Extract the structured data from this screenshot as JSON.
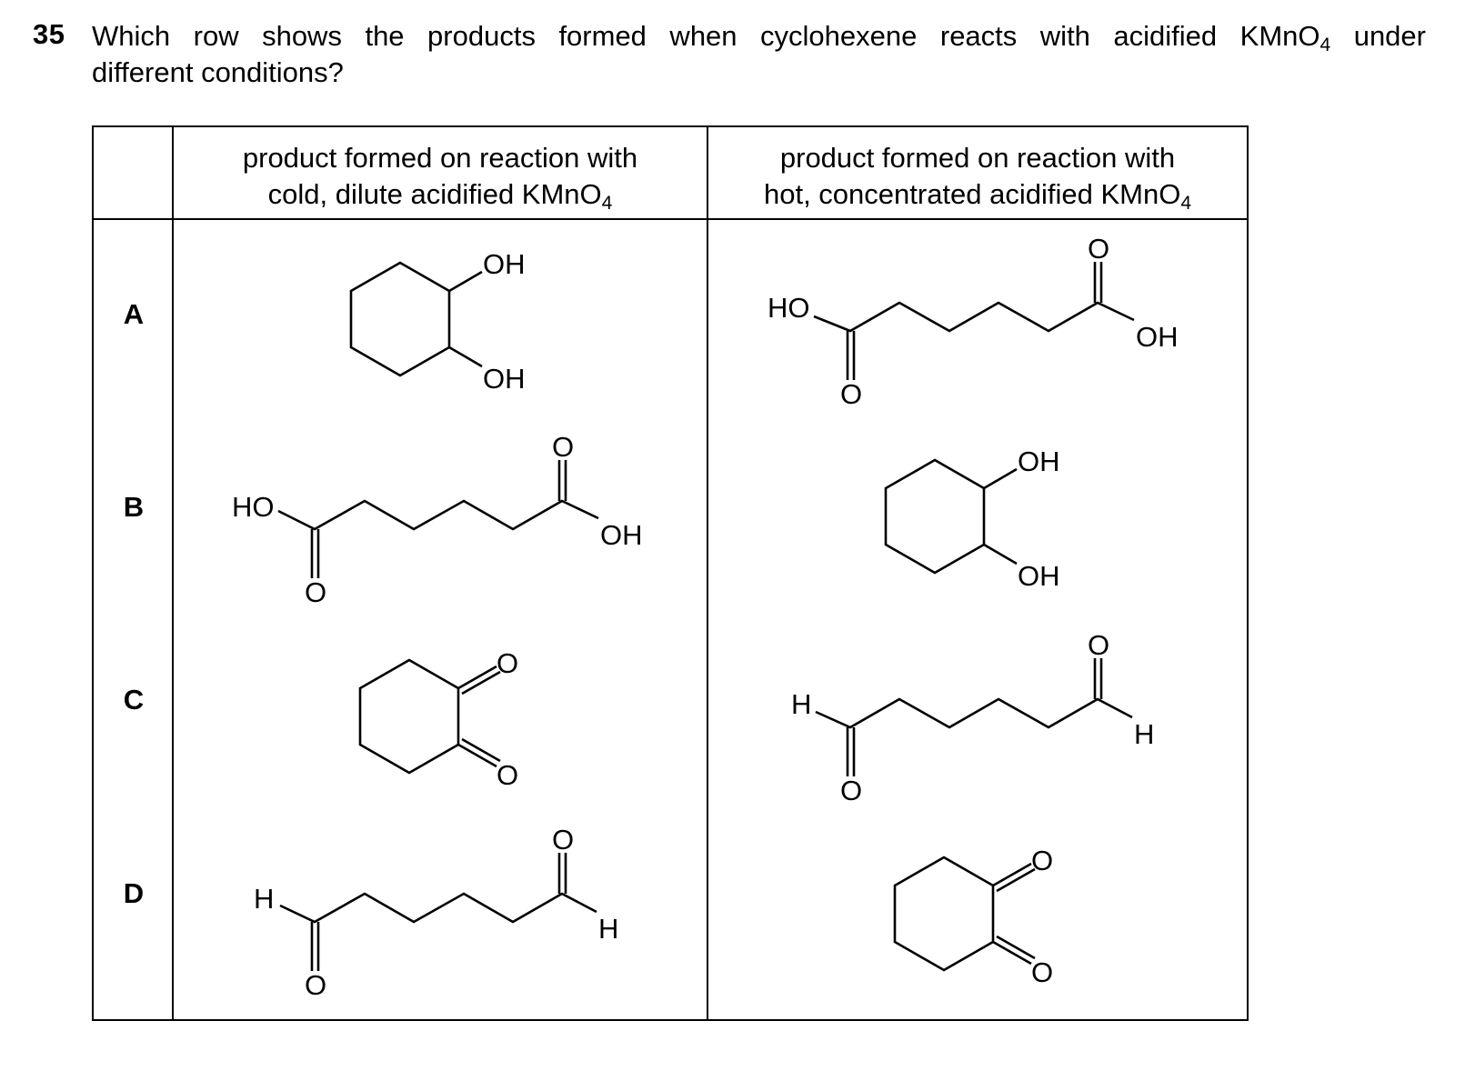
{
  "question": {
    "number": "35",
    "text_line1_before": "Which row shows the products formed when cyclohexene reacts with acidified KMnO",
    "text_line1_sub": "4",
    "text_line1_after": " under",
    "text_line2": "different conditions?"
  },
  "table": {
    "headers": [
      {
        "line1": "product formed on reaction with",
        "line2_pre": "cold, dilute acidified KMnO",
        "line2_sub": "4"
      },
      {
        "line1": "product formed on reaction with",
        "line2_pre": "hot, concentrated acidified KMnO",
        "line2_sub": "4"
      }
    ],
    "rows": [
      {
        "key": "A",
        "cold": "cyclohexane-1,2-diol",
        "hot": "hexanedioic acid"
      },
      {
        "key": "B",
        "cold": "hexanedioic acid",
        "hot": "cyclohexane-1,2-diol"
      },
      {
        "key": "C",
        "cold": "cyclohexane-1,2-dione",
        "hot": "hexanedial"
      },
      {
        "key": "D",
        "cold": "hexanedial",
        "hot": "cyclohexane-1,2-dione"
      }
    ]
  },
  "atom_labels": {
    "oh": "OH",
    "ho": "HO",
    "o": "O",
    "h": "H"
  }
}
